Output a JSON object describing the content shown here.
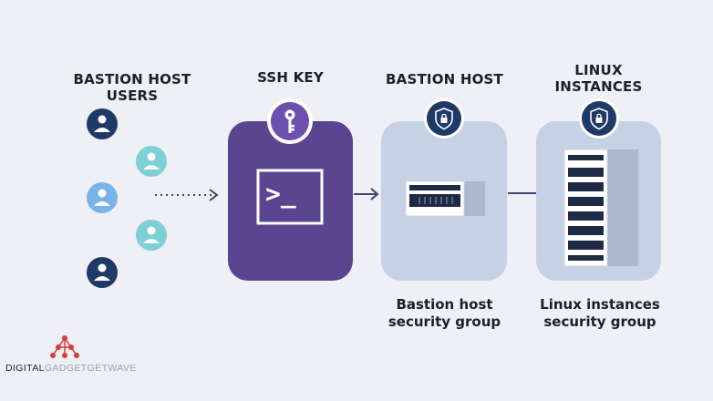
{
  "columns": {
    "users": {
      "heading_line1": "BASTION HOST",
      "heading_line2": "USERS"
    },
    "ssh_key": {
      "heading": "SSH KEY"
    },
    "bastion": {
      "heading": "BASTION HOST",
      "caption_line1": "Bastion host",
      "caption_line2": "security group"
    },
    "linux": {
      "heading_line1": "LINUX",
      "heading_line2": "INSTANCES",
      "caption_line1": "Linux instances",
      "caption_line2": "security group"
    }
  },
  "terminal": {
    "prompt": ">_"
  },
  "brand": {
    "part1": "DIGITAL",
    "part2": "GADGETGETWAVE"
  },
  "icons": {
    "user": "user-avatar-icon",
    "key": "key-icon",
    "shield": "shield-lock-icon",
    "terminal": "terminal-icon",
    "server": "server-rack-icon",
    "logo": "network-logo-icon"
  },
  "colors": {
    "navy": "#1f3a66",
    "teal": "#7fcfd6",
    "blue": "#7ab3ea",
    "purple": "#5a4590",
    "group_bg": "#c7d1e6",
    "arrow": "#3a4570"
  }
}
